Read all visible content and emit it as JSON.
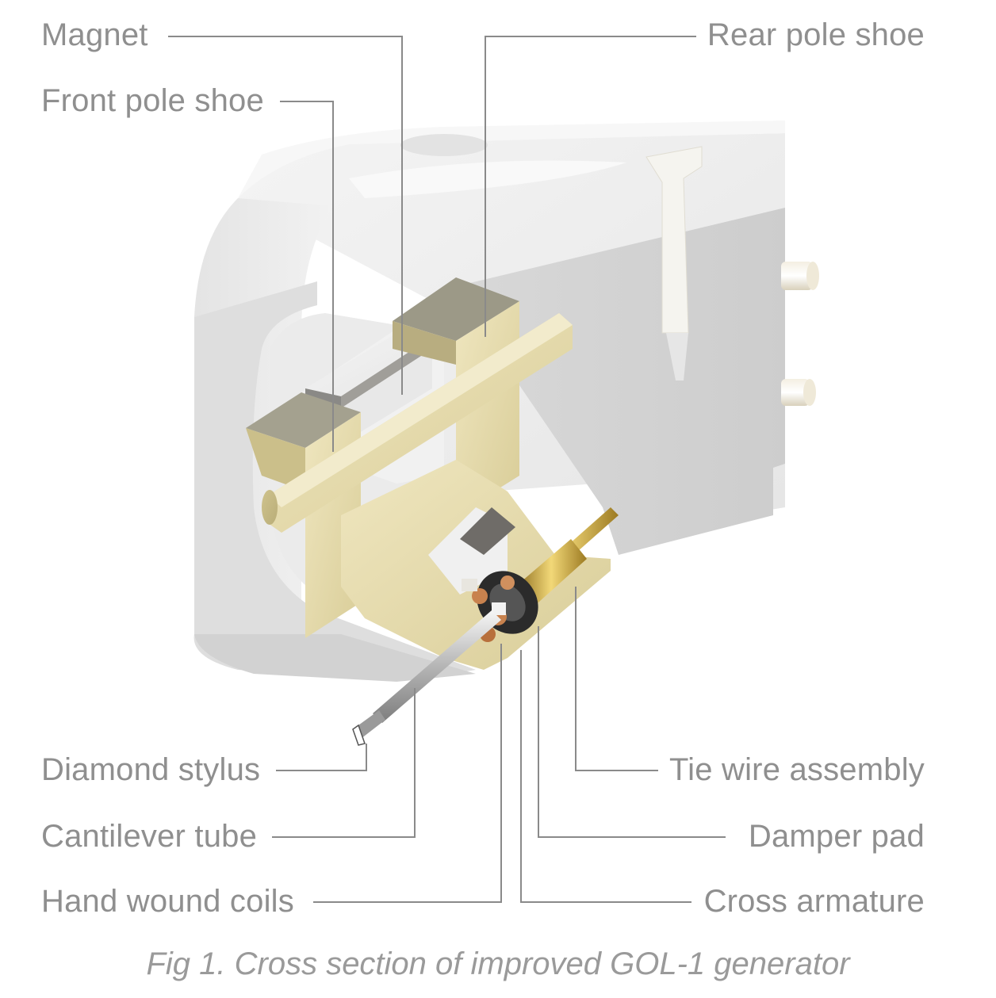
{
  "labels": {
    "magnet": "Magnet",
    "front_pole_shoe": "Front pole shoe",
    "rear_pole_shoe": "Rear pole shoe",
    "diamond_stylus": "Diamond stylus",
    "cantilever_tube": "Cantilever tube",
    "hand_wound_coils": "Hand wound coils",
    "tie_wire_assembly": "Tie wire assembly",
    "damper_pad": "Damper pad",
    "cross_armature": "Cross armature"
  },
  "caption": "Fig 1. Cross section of improved GOL-1 generator",
  "colors": {
    "label_text": "#8f8f8f",
    "leader_line": "#8a8a8a",
    "body_light": "#eeeeee",
    "body_dark": "#c8c8c8",
    "brass": "#e5dcb0",
    "magnet": "#8c8a86",
    "copper": "#c8824e",
    "damper": "#2b2b2b"
  }
}
